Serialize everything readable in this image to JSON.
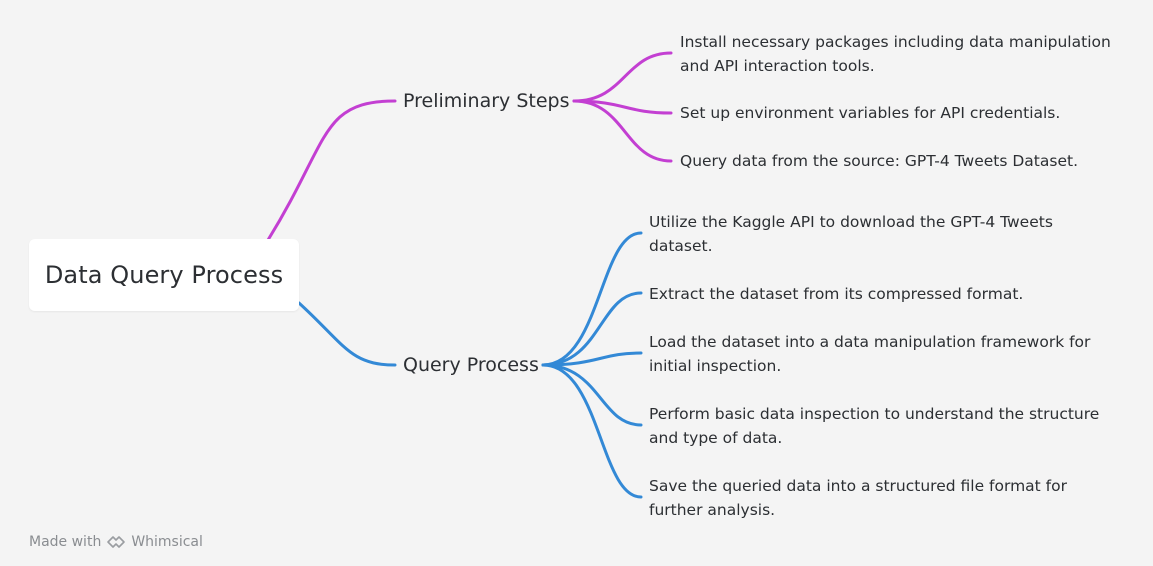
{
  "root": {
    "label": "Data Query Process"
  },
  "branches": [
    {
      "label": "Preliminary Steps",
      "color": "#c33fd2",
      "items": [
        "Install necessary packages including data manipulation and API interaction tools.",
        "Set up environment variables for API credentials.",
        "Query data from the source: GPT-4 Tweets Dataset."
      ]
    },
    {
      "label": "Query Process",
      "color": "#3389d6",
      "items": [
        "Utilize the Kaggle API to download the GPT-4 Tweets dataset.",
        "Extract the dataset from its compressed format.",
        "Load the dataset into a data manipulation framework for initial inspection.",
        "Perform basic data inspection to understand the structure and type of data.",
        "Save the queried data into a structured file format for further analysis."
      ]
    }
  ],
  "footer": {
    "made_with": "Made with",
    "brand": "Whimsical",
    "icon": "whimsical-logo-icon"
  }
}
